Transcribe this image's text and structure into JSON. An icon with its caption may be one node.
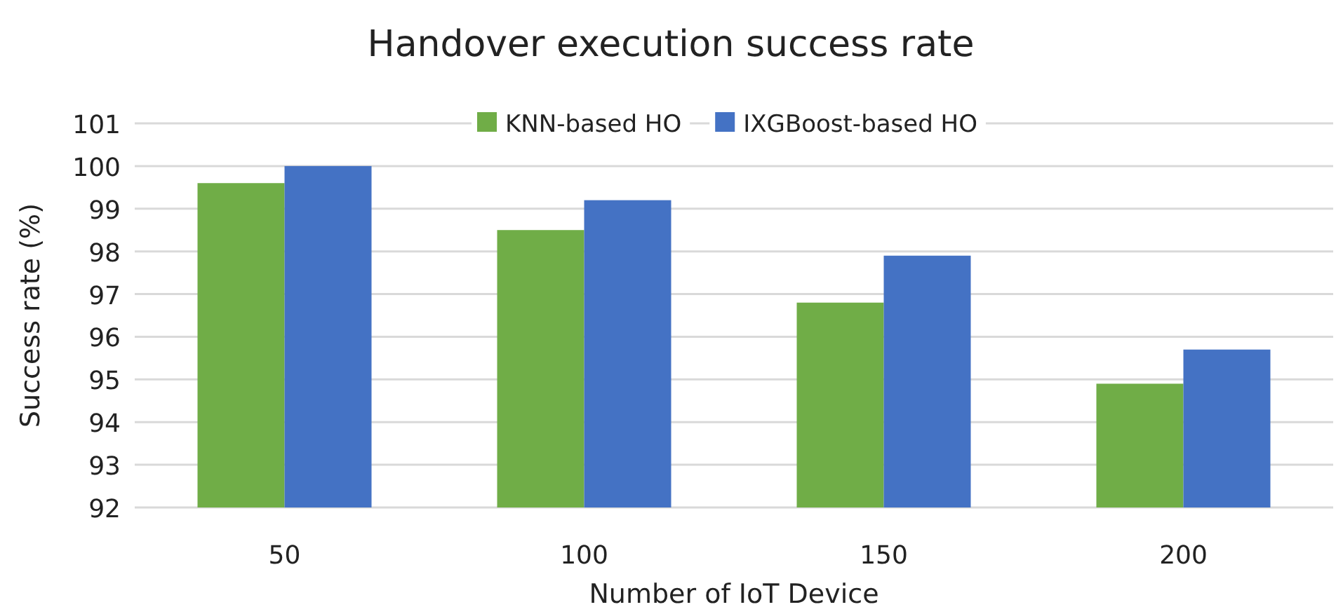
{
  "diagram": {
    "chart_data": {
      "type": "bar",
      "title": "Handover execution success rate",
      "xlabel": "Number of IoT Device",
      "ylabel": "Success rate (%)",
      "categories": [
        "50",
        "100",
        "150",
        "200"
      ],
      "series": [
        {
          "name": "KNN-based HO",
          "color": "#70ad47",
          "values": [
            99.6,
            98.5,
            96.8,
            94.9
          ]
        },
        {
          "name": "IXGBoost-based HO",
          "color": "#4472c4",
          "values": [
            100.0,
            99.2,
            97.9,
            95.7
          ]
        }
      ],
      "grid": true,
      "legend": "top",
      "ylim": [
        92,
        101
      ],
      "yticks": [
        92,
        93,
        94,
        95,
        96,
        97,
        98,
        99,
        100,
        101
      ]
    }
  }
}
